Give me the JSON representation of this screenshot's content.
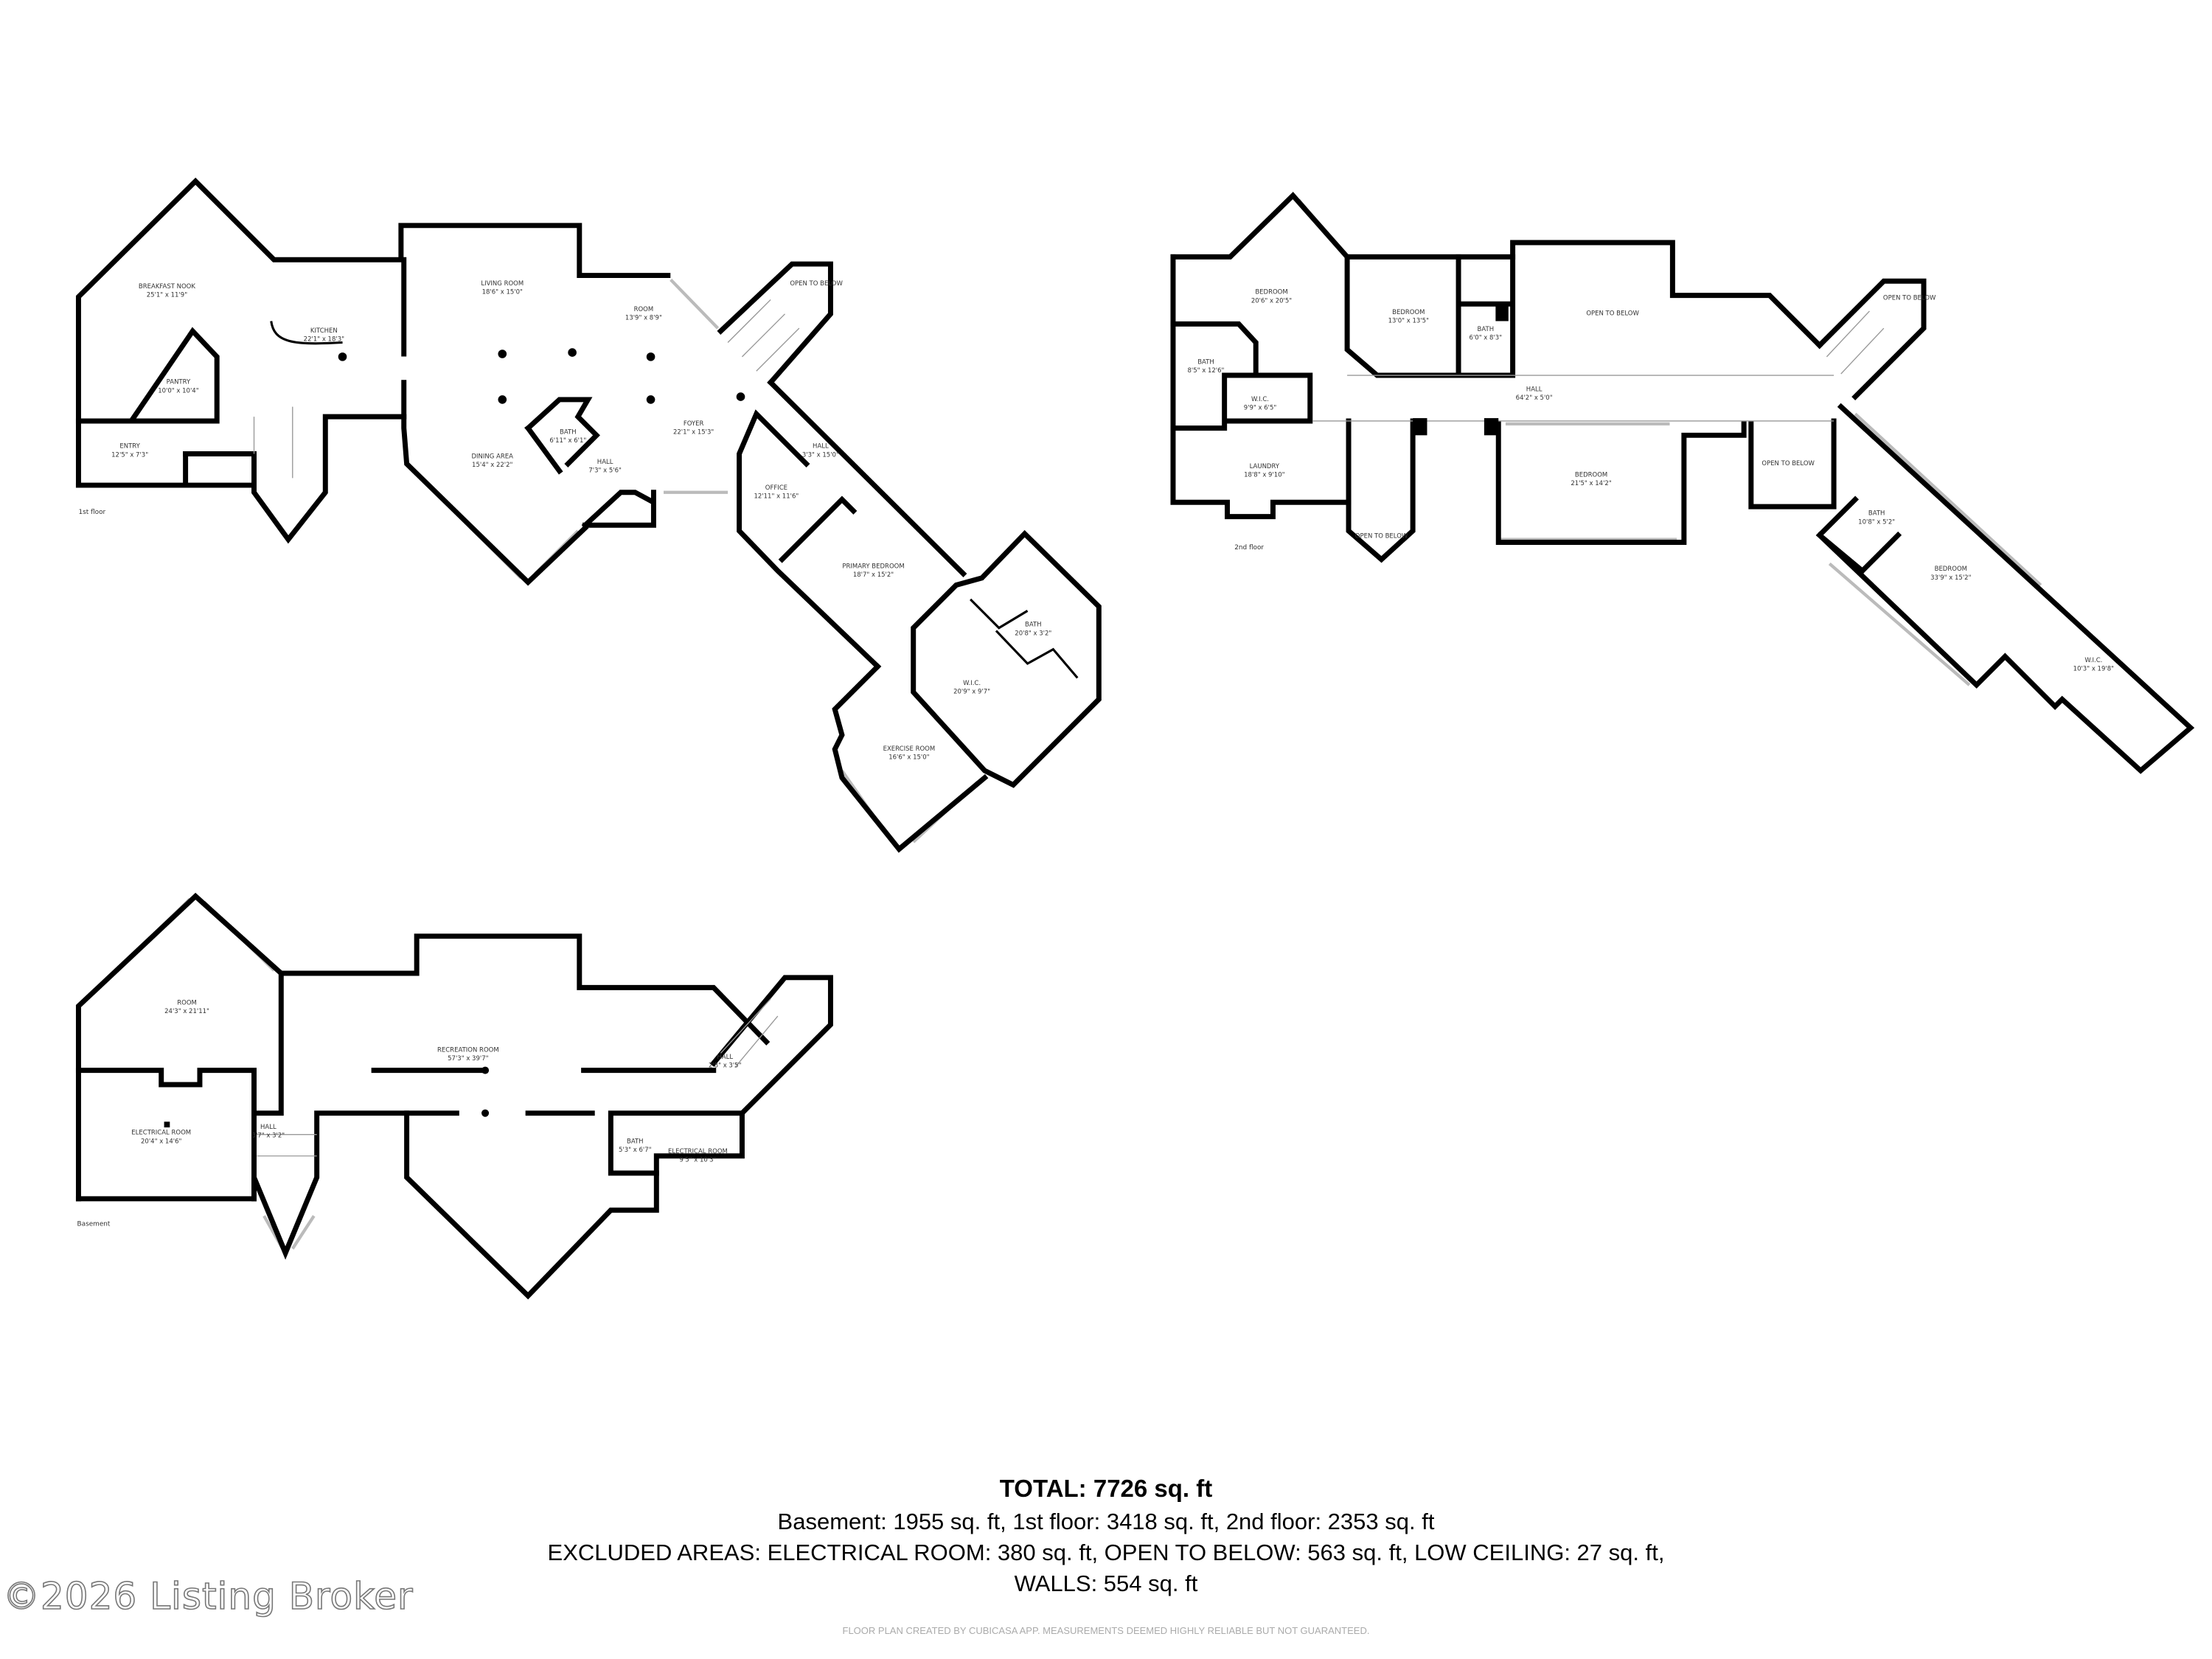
{
  "floors": [
    {
      "label": "1st floor",
      "rooms": [
        {
          "name": "BREAKFAST NOOK",
          "dims": "25'1\" x 11'9\""
        },
        {
          "name": "KITCHEN",
          "dims": "22'1\" x 18'3\""
        },
        {
          "name": "PANTRY",
          "dims": "10'0\" x 10'4\""
        },
        {
          "name": "ENTRY",
          "dims": "12'5\" x 7'3\""
        },
        {
          "name": "LIVING ROOM",
          "dims": "18'6\" x 15'0\""
        },
        {
          "name": "ROOM",
          "dims": "13'9\" x 8'9\""
        },
        {
          "name": "OPEN TO BELOW",
          "dims": ""
        },
        {
          "name": "BATH",
          "dims": "6'11\" x 6'1\""
        },
        {
          "name": "HALL",
          "dims": "7'3\" x 5'6\""
        },
        {
          "name": "DINING AREA",
          "dims": "15'4\" x 22'2\""
        },
        {
          "name": "FOYER",
          "dims": "22'1\" x 15'3\""
        },
        {
          "name": "HALL",
          "dims": "3'3\" x 15'0\""
        },
        {
          "name": "OFFICE",
          "dims": "12'11\" x 11'6\""
        },
        {
          "name": "PRIMARY BEDROOM",
          "dims": "18'7\" x 15'2\""
        },
        {
          "name": "BATH",
          "dims": "20'8\" x 3'2\""
        },
        {
          "name": "W.I.C.",
          "dims": "20'9\" x 9'7\""
        },
        {
          "name": "EXERCISE ROOM",
          "dims": "16'6\" x 15'0\""
        }
      ]
    },
    {
      "label": "2nd floor",
      "rooms": [
        {
          "name": "BEDROOM",
          "dims": "20'6\" x 20'5\""
        },
        {
          "name": "BEDROOM",
          "dims": "13'0\" x 13'5\""
        },
        {
          "name": "BATH",
          "dims": "6'0\" x 8'3\""
        },
        {
          "name": "OPEN TO BELOW",
          "dims": ""
        },
        {
          "name": "BATH",
          "dims": "8'5\" x 12'6\""
        },
        {
          "name": "W.I.C.",
          "dims": "9'9\" x 6'5\""
        },
        {
          "name": "HALL",
          "dims": "64'2\" x 5'0\""
        },
        {
          "name": "OPEN TO BELOW",
          "dims": ""
        },
        {
          "name": "LAUNDRY",
          "dims": "18'8\" x 9'10\""
        },
        {
          "name": "BEDROOM",
          "dims": "21'5\" x 14'2\""
        },
        {
          "name": "OPEN TO BELOW",
          "dims": ""
        },
        {
          "name": "OPEN TO BELOW",
          "dims": ""
        },
        {
          "name": "BATH",
          "dims": "10'8\" x 5'2\""
        },
        {
          "name": "BEDROOM",
          "dims": "33'9\" x 15'2\""
        },
        {
          "name": "W.I.C.",
          "dims": "10'3\" x 19'8\""
        }
      ]
    },
    {
      "label": "Basement",
      "rooms": [
        {
          "name": "ROOM",
          "dims": "24'3\" x 21'11\""
        },
        {
          "name": "RECREATION ROOM",
          "dims": "57'3\" x 39'7\""
        },
        {
          "name": "HALL",
          "dims": "2'8\" x 3'5\""
        },
        {
          "name": "ELECTRICAL ROOM",
          "dims": "20'4\" x 14'6\""
        },
        {
          "name": "HALL",
          "dims": "3'7\" x 3'2\""
        },
        {
          "name": "BATH",
          "dims": "5'3\" x 6'7\""
        },
        {
          "name": "ELECTRICAL ROOM",
          "dims": "9'5\" x 10'3\""
        }
      ]
    }
  ],
  "summary": {
    "total": "TOTAL: 7726 sq. ft",
    "by_floor": "Basement: 1955 sq. ft, 1st floor: 3418 sq. ft, 2nd floor: 2353 sq. ft",
    "excluded": "EXCLUDED AREAS: ELECTRICAL ROOM: 380 sq. ft, OPEN TO BELOW: 563 sq. ft, LOW CEILING: 27 sq. ft,",
    "walls": "WALLS: 554 sq. ft"
  },
  "disclaimer": "FLOOR PLAN CREATED BY CUBICASA APP. MEASUREMENTS DEEMED HIGHLY RELIABLE BUT NOT GUARANTEED.",
  "watermark": "©2026 Listing Broker"
}
